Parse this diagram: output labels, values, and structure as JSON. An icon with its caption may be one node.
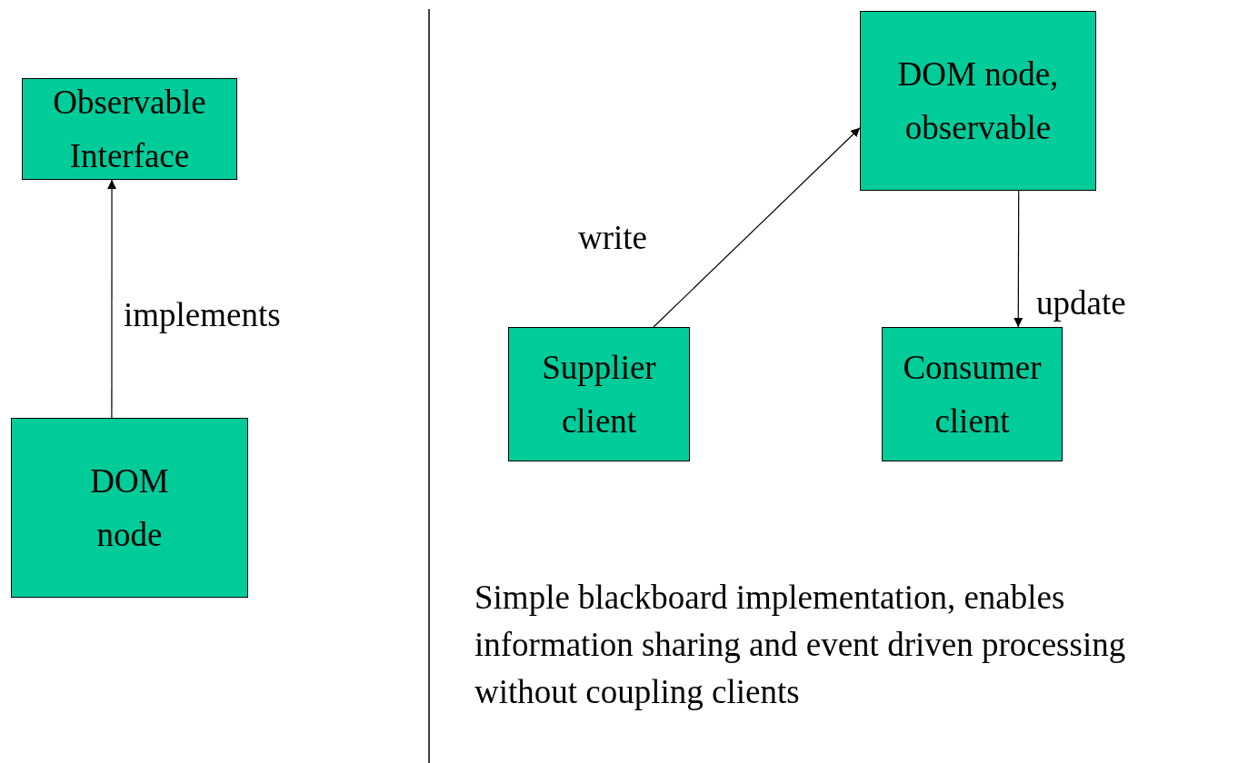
{
  "diagram": {
    "nodes": [
      {
        "text": [
          "Observable Interface"
        ]
      },
      {
        "text": [
          "DOM node"
        ]
      },
      {
        "text": [
          "DOM node, observable"
        ]
      },
      {
        "text": [
          "Supplier client"
        ]
      },
      {
        "text": [
          "Consumer client"
        ]
      }
    ],
    "edges": [
      {
        "from": 1,
        "to": 0,
        "arrow": "to",
        "label": "implements"
      },
      {
        "from": 3,
        "to": 2,
        "arrow": "to",
        "label": "write"
      },
      {
        "from": 2,
        "to": 4,
        "arrow": "to",
        "label": "update"
      }
    ],
    "labels": [
      "Simple blackboard implementation, enables information sharing and event driven processing without coupling clients"
    ]
  }
}
